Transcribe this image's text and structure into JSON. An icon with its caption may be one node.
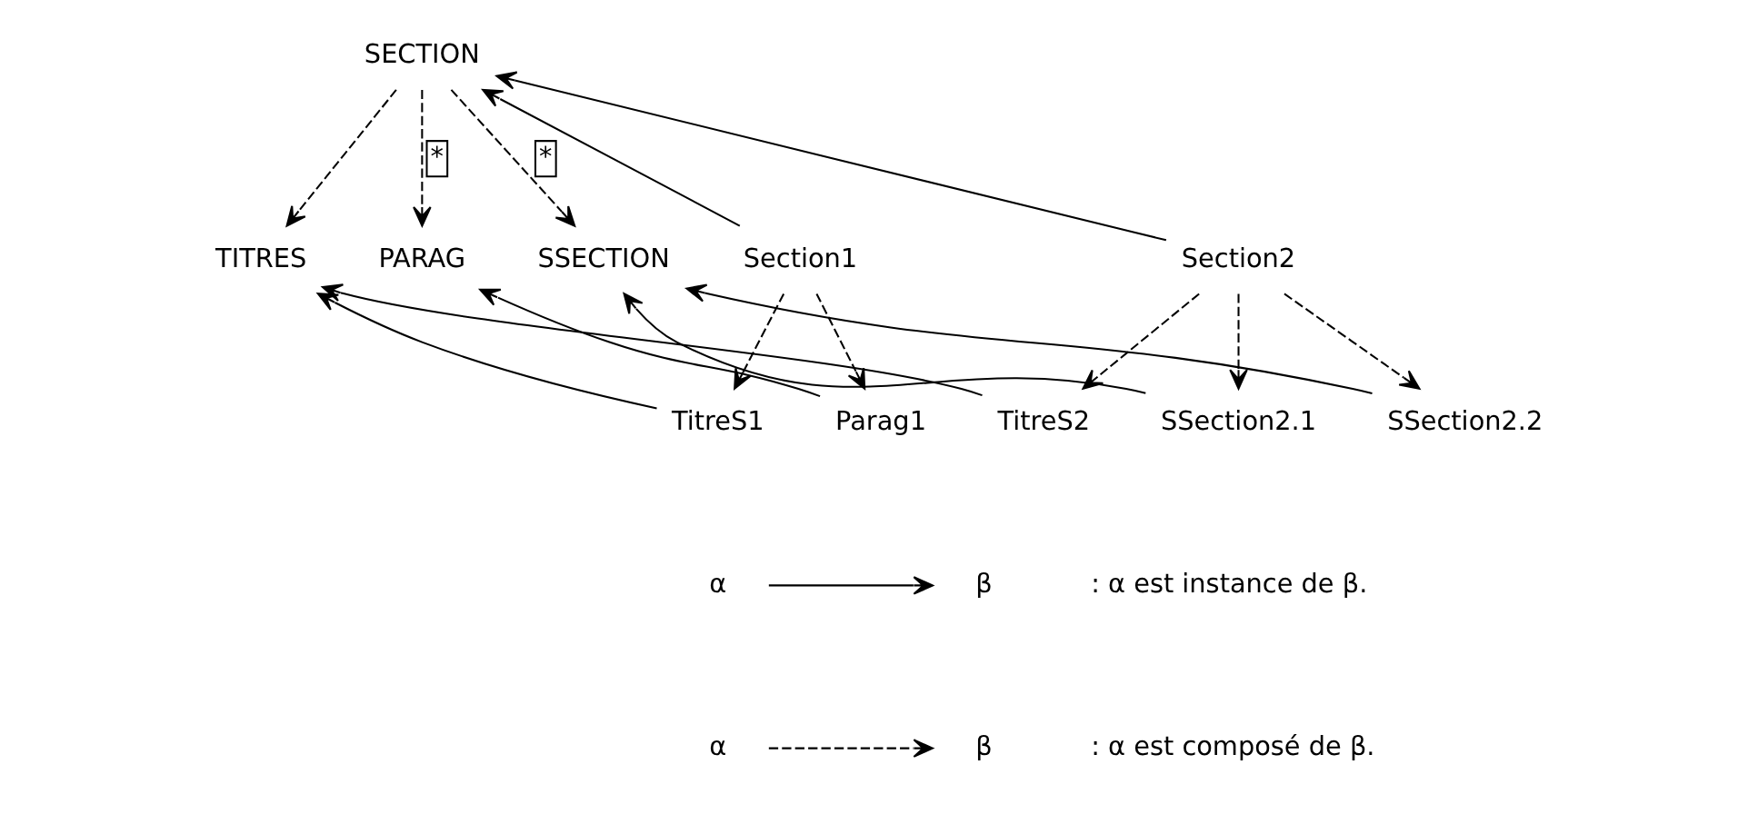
{
  "diagram": {
    "nodes": [
      {
        "text": [
          "SECTION"
        ]
      },
      {
        "text": [
          "Section1"
        ]
      },
      {
        "text": [
          "TITRES"
        ]
      },
      {
        "text": [
          "PARAG"
        ]
      },
      {
        "text": [
          "SSECTION"
        ]
      },
      {
        "text": [
          "Section2"
        ]
      },
      {
        "text": [
          "TitreS1"
        ]
      },
      {
        "text": [
          "Parag1"
        ]
      },
      {
        "text": [
          "TitreS2"
        ]
      },
      {
        "text": [
          "SSection2.1"
        ]
      },
      {
        "text": [
          "SSection2.2"
        ]
      }
    ],
    "edges": [
      {
        "from": 1,
        "to": 0,
        "arrow": "to"
      },
      {
        "from": 5,
        "to": 0,
        "arrow": "to"
      },
      {
        "from": 0,
        "to": 2,
        "arrow": "to",
        "style": "dashed"
      },
      {
        "from": 0,
        "to": 3,
        "arrow": "to",
        "style": "dashed",
        "label": "*"
      },
      {
        "from": 0,
        "to": 4,
        "arrow": "to",
        "style": "dashed",
        "label": "*"
      },
      {
        "from": 1,
        "to": 6,
        "arrow": "to",
        "style": "dashed"
      },
      {
        "from": 1,
        "to": 7,
        "arrow": "to",
        "style": "dashed"
      },
      {
        "from": 5,
        "to": 8,
        "arrow": "to",
        "style": "dashed"
      },
      {
        "from": 5,
        "to": 9,
        "arrow": "to",
        "style": "dashed"
      },
      {
        "from": 5,
        "to": 10,
        "arrow": "to",
        "style": "dashed"
      },
      {
        "from": 6,
        "to": 2,
        "arrow": "to"
      },
      {
        "from": 7,
        "to": 3,
        "arrow": "to"
      },
      {
        "from": 8,
        "to": 2,
        "arrow": "to"
      },
      {
        "from": 9,
        "to": 4,
        "arrow": "to"
      },
      {
        "from": 10,
        "to": 4,
        "arrow": "to"
      }
    ],
    "labels": [
      "α",
      "β",
      "α",
      "β"
    ],
    "legend": [
      {
        "text": ": α est instance de β."
      },
      {
        "text": ": α est composé de β."
      }
    ]
  }
}
